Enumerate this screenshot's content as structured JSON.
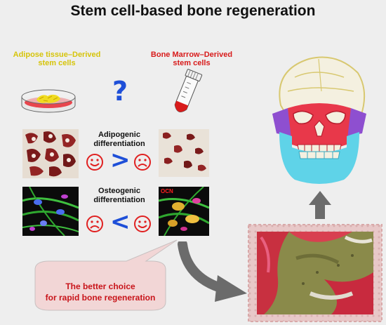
{
  "title": "Stem cell-based bone regeneration",
  "adipose_label": {
    "line1": "Adipose tissue–Derived",
    "line2": "stem cells"
  },
  "marrow_label": {
    "line1": "Bone Marrow–Derived",
    "line2": "stem cells"
  },
  "question_mark": "?",
  "adipogenic": {
    "line1": "Adipogenic",
    "line2": "differentiation",
    "comparison": ">"
  },
  "osteogenic": {
    "line1": "Osteogenic",
    "line2": "differentiation",
    "comparison": "<"
  },
  "ocn_label": "OCN",
  "callout": {
    "line1": "The better choice",
    "line2": "for rapid bone regeneration"
  },
  "colors": {
    "yellow_label": "#d6c40a",
    "red_label": "#d81b1b",
    "blue_symbol": "#1e4fd8",
    "face_red": "#e8384a",
    "skull_purple": "#8e4fd0",
    "jaw_cyan": "#5fd3e8",
    "arrow_gray": "#6b6b6b"
  },
  "icons": [
    "petri-dish-icon",
    "test-tube-icon",
    "happy-face-icon",
    "sad-face-icon",
    "skull-illustration",
    "stamp-histology-image"
  ]
}
